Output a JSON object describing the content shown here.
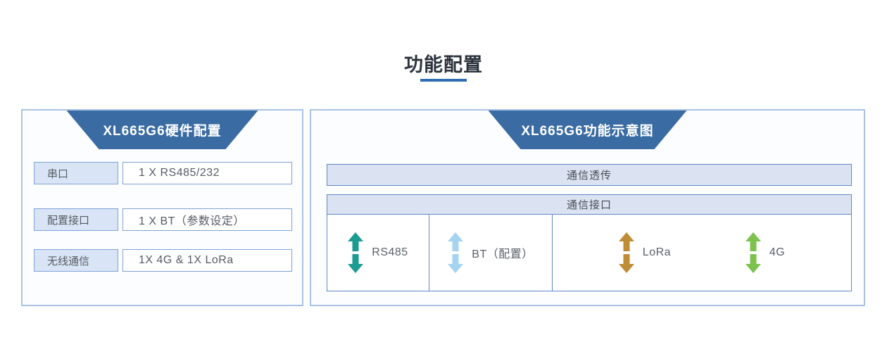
{
  "page": {
    "title": "功能配置"
  },
  "hardware_panel": {
    "header": "XL665G6硬件配置",
    "rows": [
      {
        "label": "串口",
        "value": "1 X RS485/232"
      },
      {
        "label": "配置接口",
        "value": "1 X BT（参数设定）"
      },
      {
        "label": "无线通信",
        "value": "1X 4G & 1X LoRa"
      }
    ]
  },
  "function_panel": {
    "header": "XL665G6功能示意图",
    "transparent_bar": "通信透传",
    "interface_bar": "通信接口",
    "interfaces": [
      {
        "label": "RS485",
        "color": "#1b9b92"
      },
      {
        "label": "BT（配置）",
        "color": "#a5d3f1"
      },
      {
        "label": "LoRa",
        "color": "#bf8d35"
      },
      {
        "label": "4G",
        "color": "#7cc24d"
      }
    ]
  },
  "colors": {
    "accent_blue": "#3a6ba3",
    "panel_border": "#a9c3e6",
    "bar_fill": "#dbe3f2",
    "bar_border": "#5f86c6",
    "label_fill": "#d9e5f6",
    "box_border": "#7ca3d8",
    "underline": "#2f6eb3"
  }
}
